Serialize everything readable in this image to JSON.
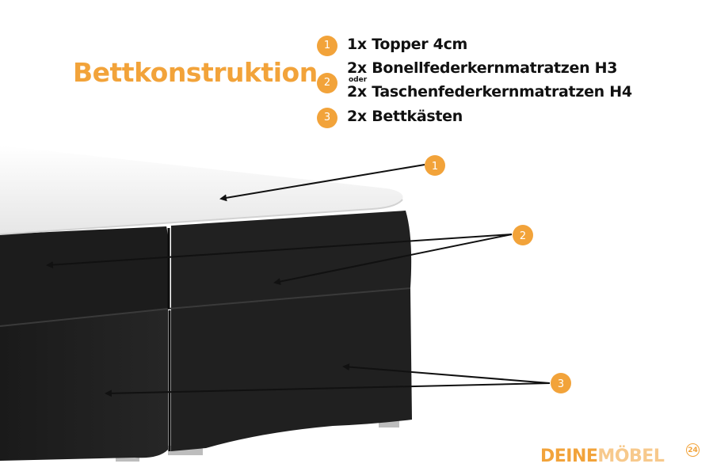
{
  "title": "Bettkonstruktion",
  "legend": [
    {
      "number": "1",
      "text": "1x Topper 4cm"
    },
    {
      "number": "2",
      "text": "2x Bonellfederkernmatratzen H3",
      "conjunction": "oder",
      "alt_text": "2x Taschenfederkernmatratzen H4"
    },
    {
      "number": "3",
      "text": "2x Bettkästen"
    }
  ],
  "callouts": [
    {
      "number": "1"
    },
    {
      "number": "2"
    },
    {
      "number": "3"
    }
  ],
  "logo": {
    "part1": "DEINE",
    "part2": "MÖBEL",
    "superscript": "24"
  },
  "colors": {
    "accent": "#f2a33a",
    "fabric": "#1e1e1e",
    "topper": "#f4f4f4"
  }
}
